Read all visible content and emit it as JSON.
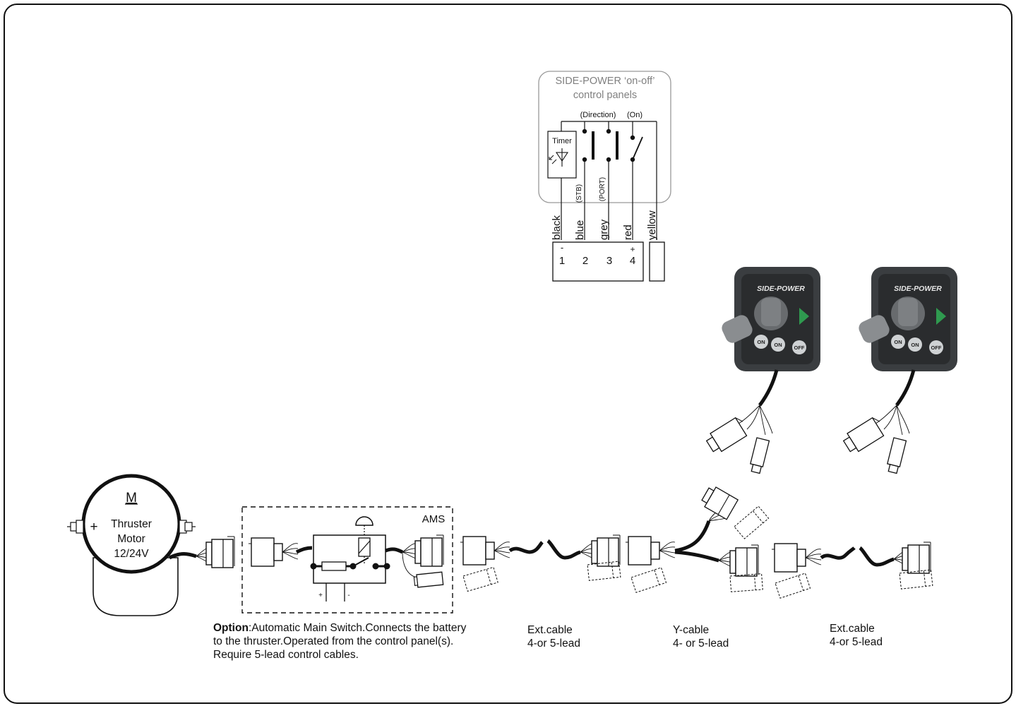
{
  "diagram": {
    "panel_box": {
      "title_line1": "SIDE-POWER ‘on-off’",
      "title_line2": "control panels",
      "direction_label": "(Direction)",
      "on_label": "(On)",
      "timer_label": "Timer",
      "stb_label": "(STB)",
      "port_label": "(PORT)"
    },
    "wires": [
      "black",
      "blue",
      "grey",
      "red",
      "yellow"
    ],
    "terminal": {
      "pins": [
        "1",
        "2",
        "3",
        "4"
      ],
      "minus": "-",
      "plus": "+"
    },
    "motor": {
      "symbol": "M",
      "line1": "Thruster",
      "line2": "Motor",
      "line3": "12/24V",
      "plus": "+"
    },
    "ams": {
      "label": "AMS",
      "plus": "+",
      "minus": "-"
    },
    "joystick_panel": {
      "brand": "SIDE-POWER",
      "on_left": "ON",
      "on_right": "ON",
      "off": "OFF"
    },
    "captions": {
      "option_bold": "Option",
      "option_text": ":Automatic Main Switch.Connects the battery",
      "option_line2": "to the thruster.Operated from the control panel(s).",
      "option_line3": "Require 5-lead control cables.",
      "ext1_line1": "Ext.cable",
      "ext1_line2": "4-or 5-lead",
      "y_line1": "Y-cable",
      "y_line2": "4- or 5-lead",
      "ext2_line1": "Ext.cable",
      "ext2_line2": "4-or 5-lead"
    }
  }
}
